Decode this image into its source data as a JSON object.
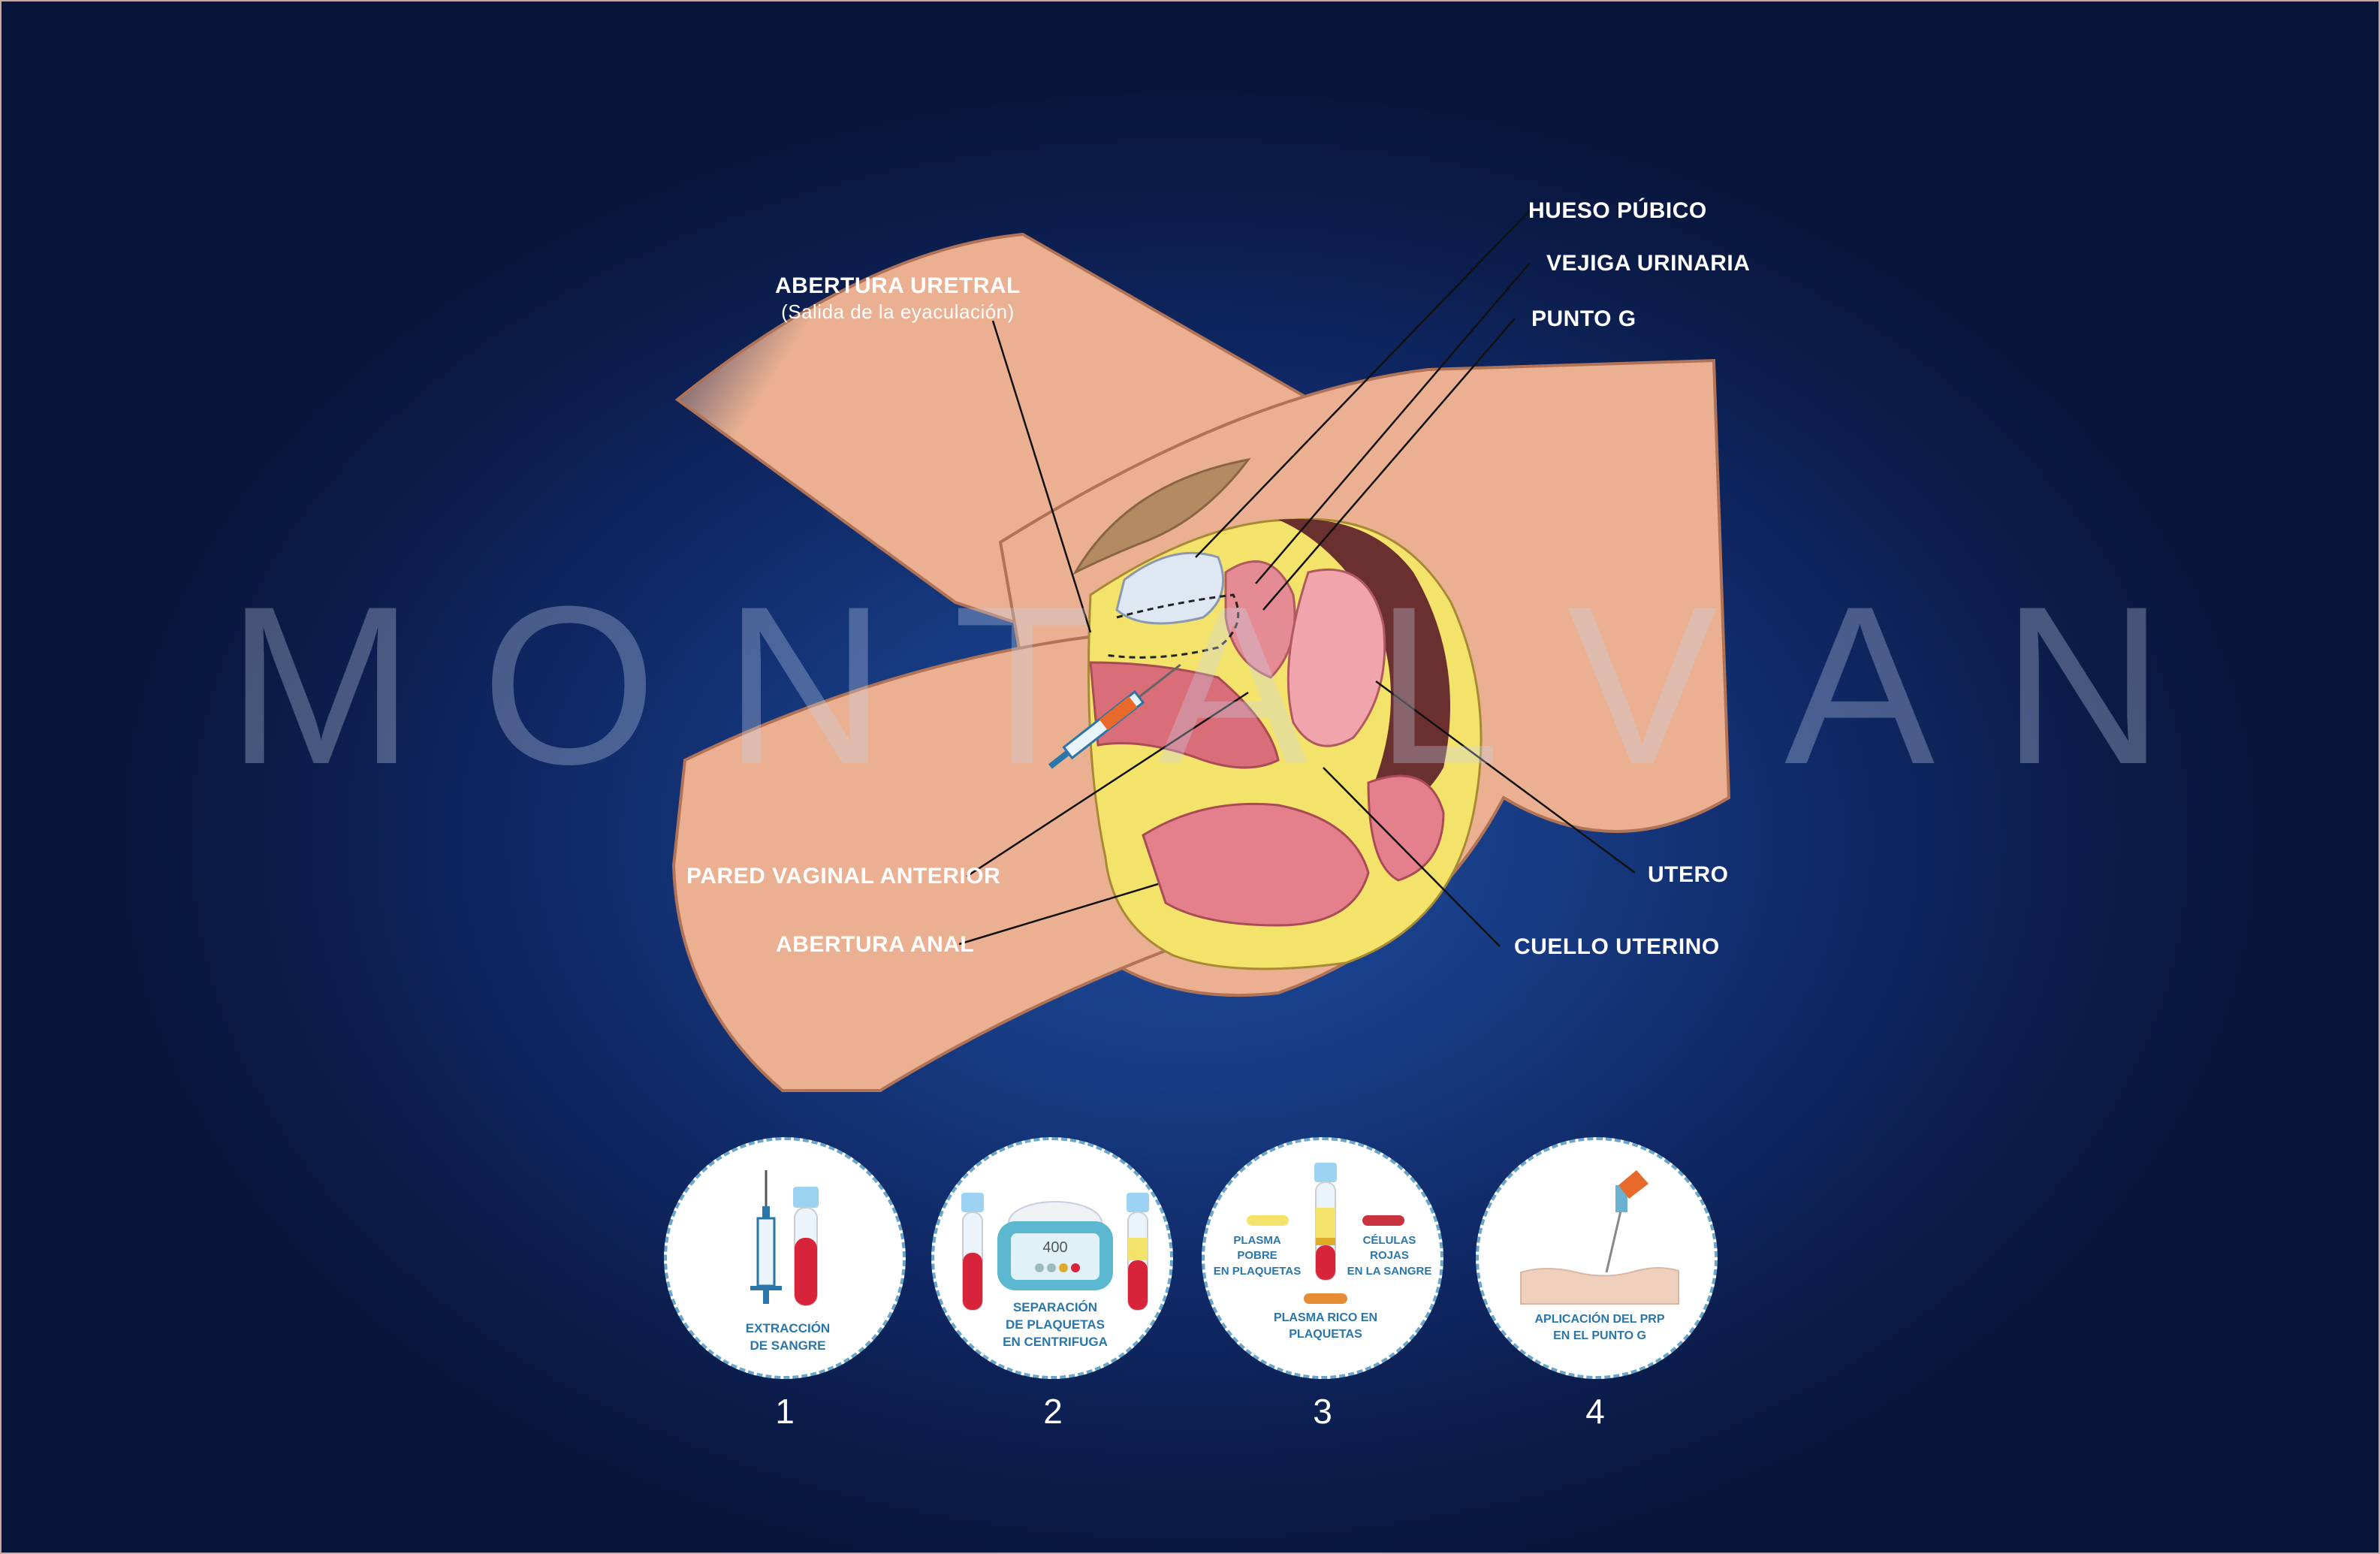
{
  "watermark": {
    "letters": [
      "M",
      "O",
      "N",
      "T",
      "A",
      "L",
      "V",
      "A",
      "N"
    ]
  },
  "labels": {
    "urethral_opening": {
      "title": "ABERTURA URETRAL",
      "subtitle": "(Salida de la eyaculación)"
    },
    "pubic_bone": "HUESO PÚBICO",
    "bladder": "VEJIGA URINARIA",
    "g_spot": "PUNTO G",
    "anterior_vaginal_wall": "PARED VAGINAL ANTERIOR",
    "anal_opening": "ABERTURA ANAL",
    "uterus": "UTERO",
    "cervix": "CUELLO UTERINO"
  },
  "steps": [
    {
      "number": "1",
      "caption": "EXTRACCIÓN\nDE SANGRE"
    },
    {
      "number": "2",
      "caption": "SEPARACIÓN\nDE PLAQUETAS\nEN CENTRIFUGA",
      "display": "400"
    },
    {
      "number": "3",
      "caption": "PLASMA RICO EN\nPLAQUETAS",
      "left_label": "PLASMA\nPOBRE\nEN PLAQUETAS",
      "right_label": "CÉLULAS\nROJAS\nEN LA SANGRE"
    },
    {
      "number": "4",
      "caption": "APLICACIÓN DEL PRP\nEN EL PUNTO G"
    }
  ],
  "colors": {
    "skin": "#eab091",
    "skin_dark": "#d89a7a",
    "fat": "#f4e36a",
    "tissue": "#e58b93",
    "blood": "#d8243a",
    "accent_blue": "#2a76a9"
  }
}
